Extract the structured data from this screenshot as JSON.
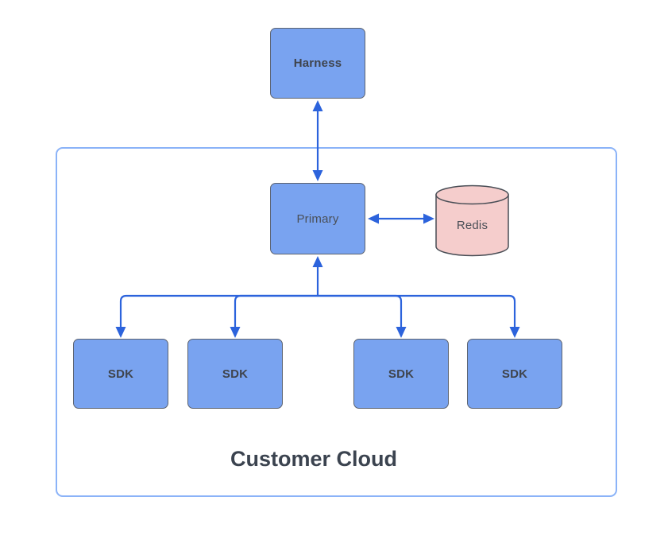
{
  "container": {
    "title": "Customer Cloud"
  },
  "nodes": {
    "harness": {
      "label": "Harness"
    },
    "primary": {
      "label": "Primary"
    },
    "redis": {
      "label": "Redis"
    },
    "sdk_labels": [
      "SDK",
      "SDK",
      "SDK",
      "SDK"
    ]
  },
  "colors": {
    "node_fill": "#79a3f0",
    "node_border": "#5c6370",
    "redis_fill": "#f5cdcc",
    "redis_border": "#484d55",
    "container_border": "#8bb3f8",
    "arrow": "#2c63dc",
    "label": "#4a4f57",
    "label_bold": "#3f444d",
    "title": "#3b434f",
    "background": "#ffffff"
  }
}
